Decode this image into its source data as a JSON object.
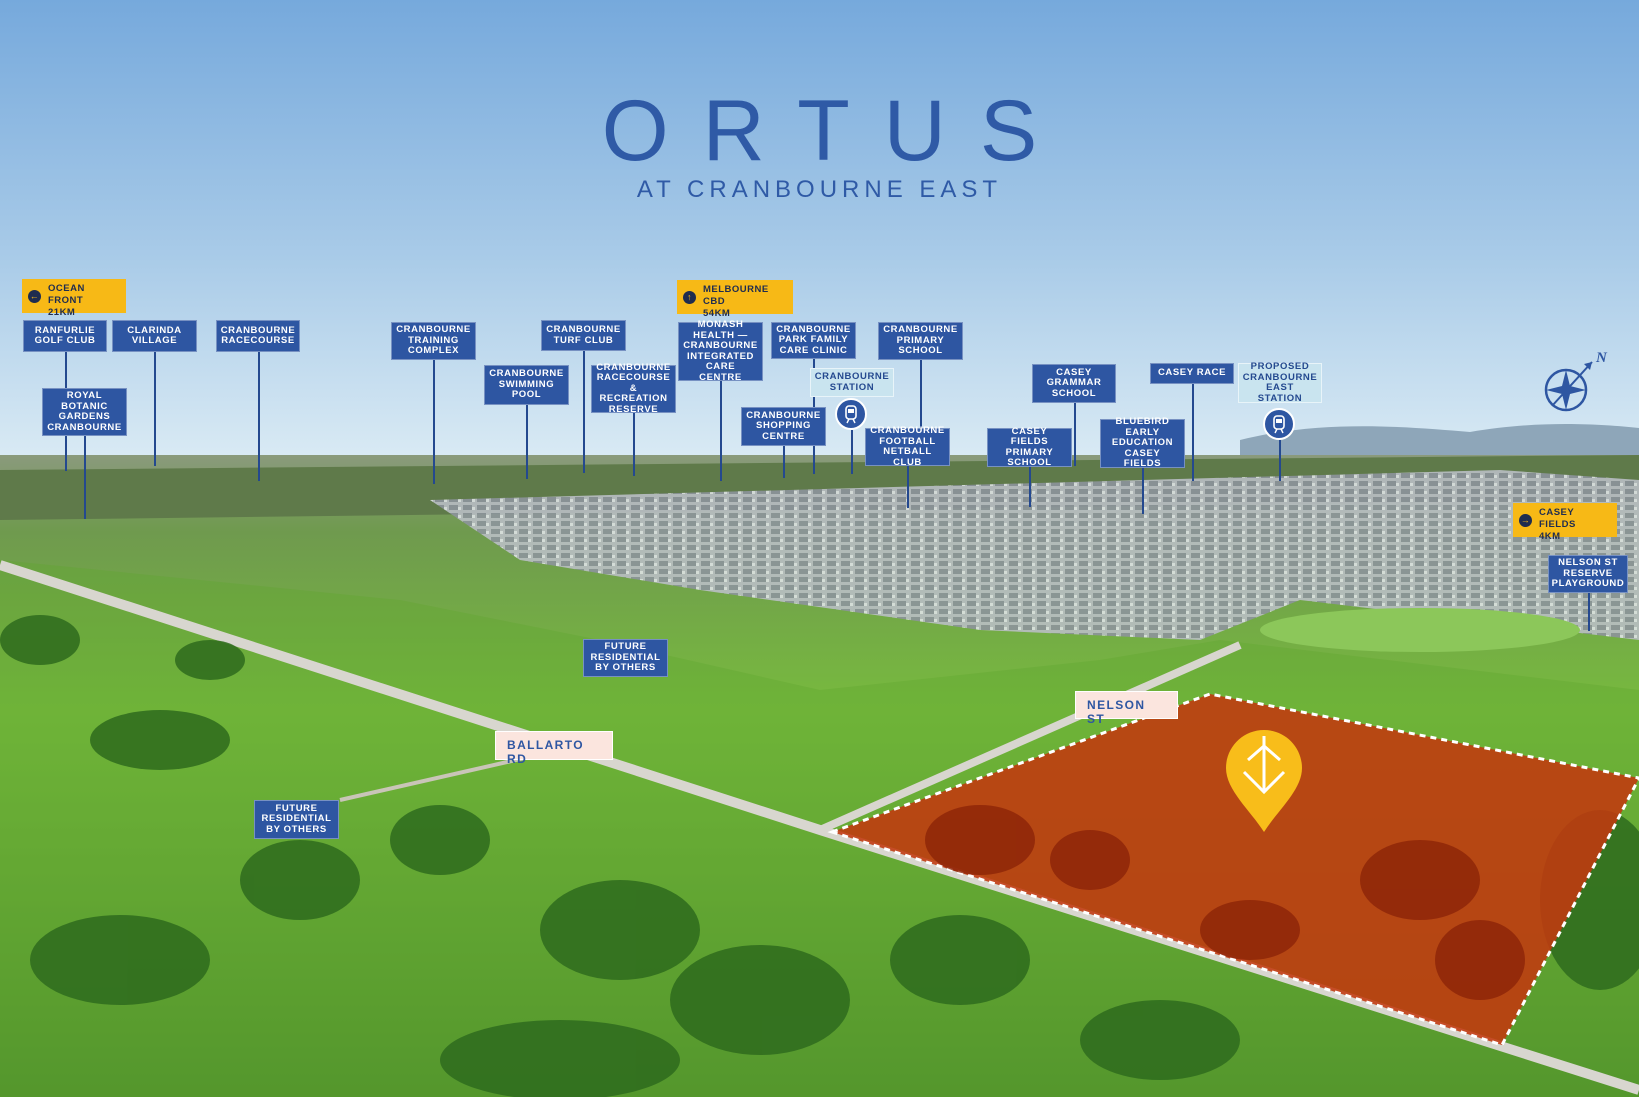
{
  "title": {
    "main": "ORTUS",
    "sub": "AT CRANBOURNE EAST"
  },
  "compass": {
    "label": "N"
  },
  "distance_chips": [
    {
      "label": "OCEAN FRONT\n21KM",
      "direction": "left"
    },
    {
      "label": "MELBOURNE CBD\n54KM",
      "direction": "up"
    },
    {
      "label": "CASEY FIELDS\n4KM",
      "direction": "right"
    }
  ],
  "pois": [
    {
      "label": "RANFURLIE\nGOLF CLUB"
    },
    {
      "label": "CLARINDA\nVILLAGE"
    },
    {
      "label": "CRANBOURNE\nRACECOURSE"
    },
    {
      "label": "ROYAL\nBOTANIC\nGARDENS\nCRANBOURNE"
    },
    {
      "label": "CRANBOURNE\nTRAINING\nCOMPLEX"
    },
    {
      "label": "CRANBOURNE\nSWIMMING\nPOOL"
    },
    {
      "label": "CRANBOURNE\nTURF CLUB"
    },
    {
      "label": "CRANBOURNE\nRACECOURSE\n& RECREATION\nRESERVE"
    },
    {
      "label": "MONASH\nHEALTH —\nCRANBOURNE\nINTEGRATED\nCARE CENTRE"
    },
    {
      "label": "CRANBOURNE\nPARK FAMILY\nCARE CLINIC"
    },
    {
      "label": "CRANBOURNE\nSTATION"
    },
    {
      "label": "CRANBOURNE\nSHOPPING\nCENTRE"
    },
    {
      "label": "CRANBOURNE\nPRIMARY\nSCHOOL"
    },
    {
      "label": "CRANBOURNE\nFOOTBALL\nNETBALL CLUB"
    },
    {
      "label": "CASEY\nGRAMMAR\nSCHOOL"
    },
    {
      "label": "CASEY FIELDS\nPRIMARY\nSCHOOL"
    },
    {
      "label": "CASEY RACE"
    },
    {
      "label": "BLUEBIRD\nEARLY\nEDUCATION\nCASEY FIELDS"
    },
    {
      "label": "PROPOSED\nCRANBOURNE\nEAST STATION"
    },
    {
      "label": "NELSON ST\nRESERVE\nPLAYGROUND"
    },
    {
      "label": "FUTURE\nRESIDENTIAL\nBY OTHERS"
    },
    {
      "label": "FUTURE\nRESIDENTIAL\nBY OTHERS"
    }
  ],
  "roads": [
    {
      "label": "NELSON ST"
    },
    {
      "label": "BALLARTO RD"
    }
  ],
  "colors": {
    "sky_top": "#7fb0df",
    "sky_bottom": "#d6e9f4",
    "brand_blue": "#2e56a2",
    "chip_yellow": "#f7b916",
    "site_red": "#c1390f",
    "pin_yellow": "#f8bd1a",
    "grass": "#6fb43b"
  }
}
